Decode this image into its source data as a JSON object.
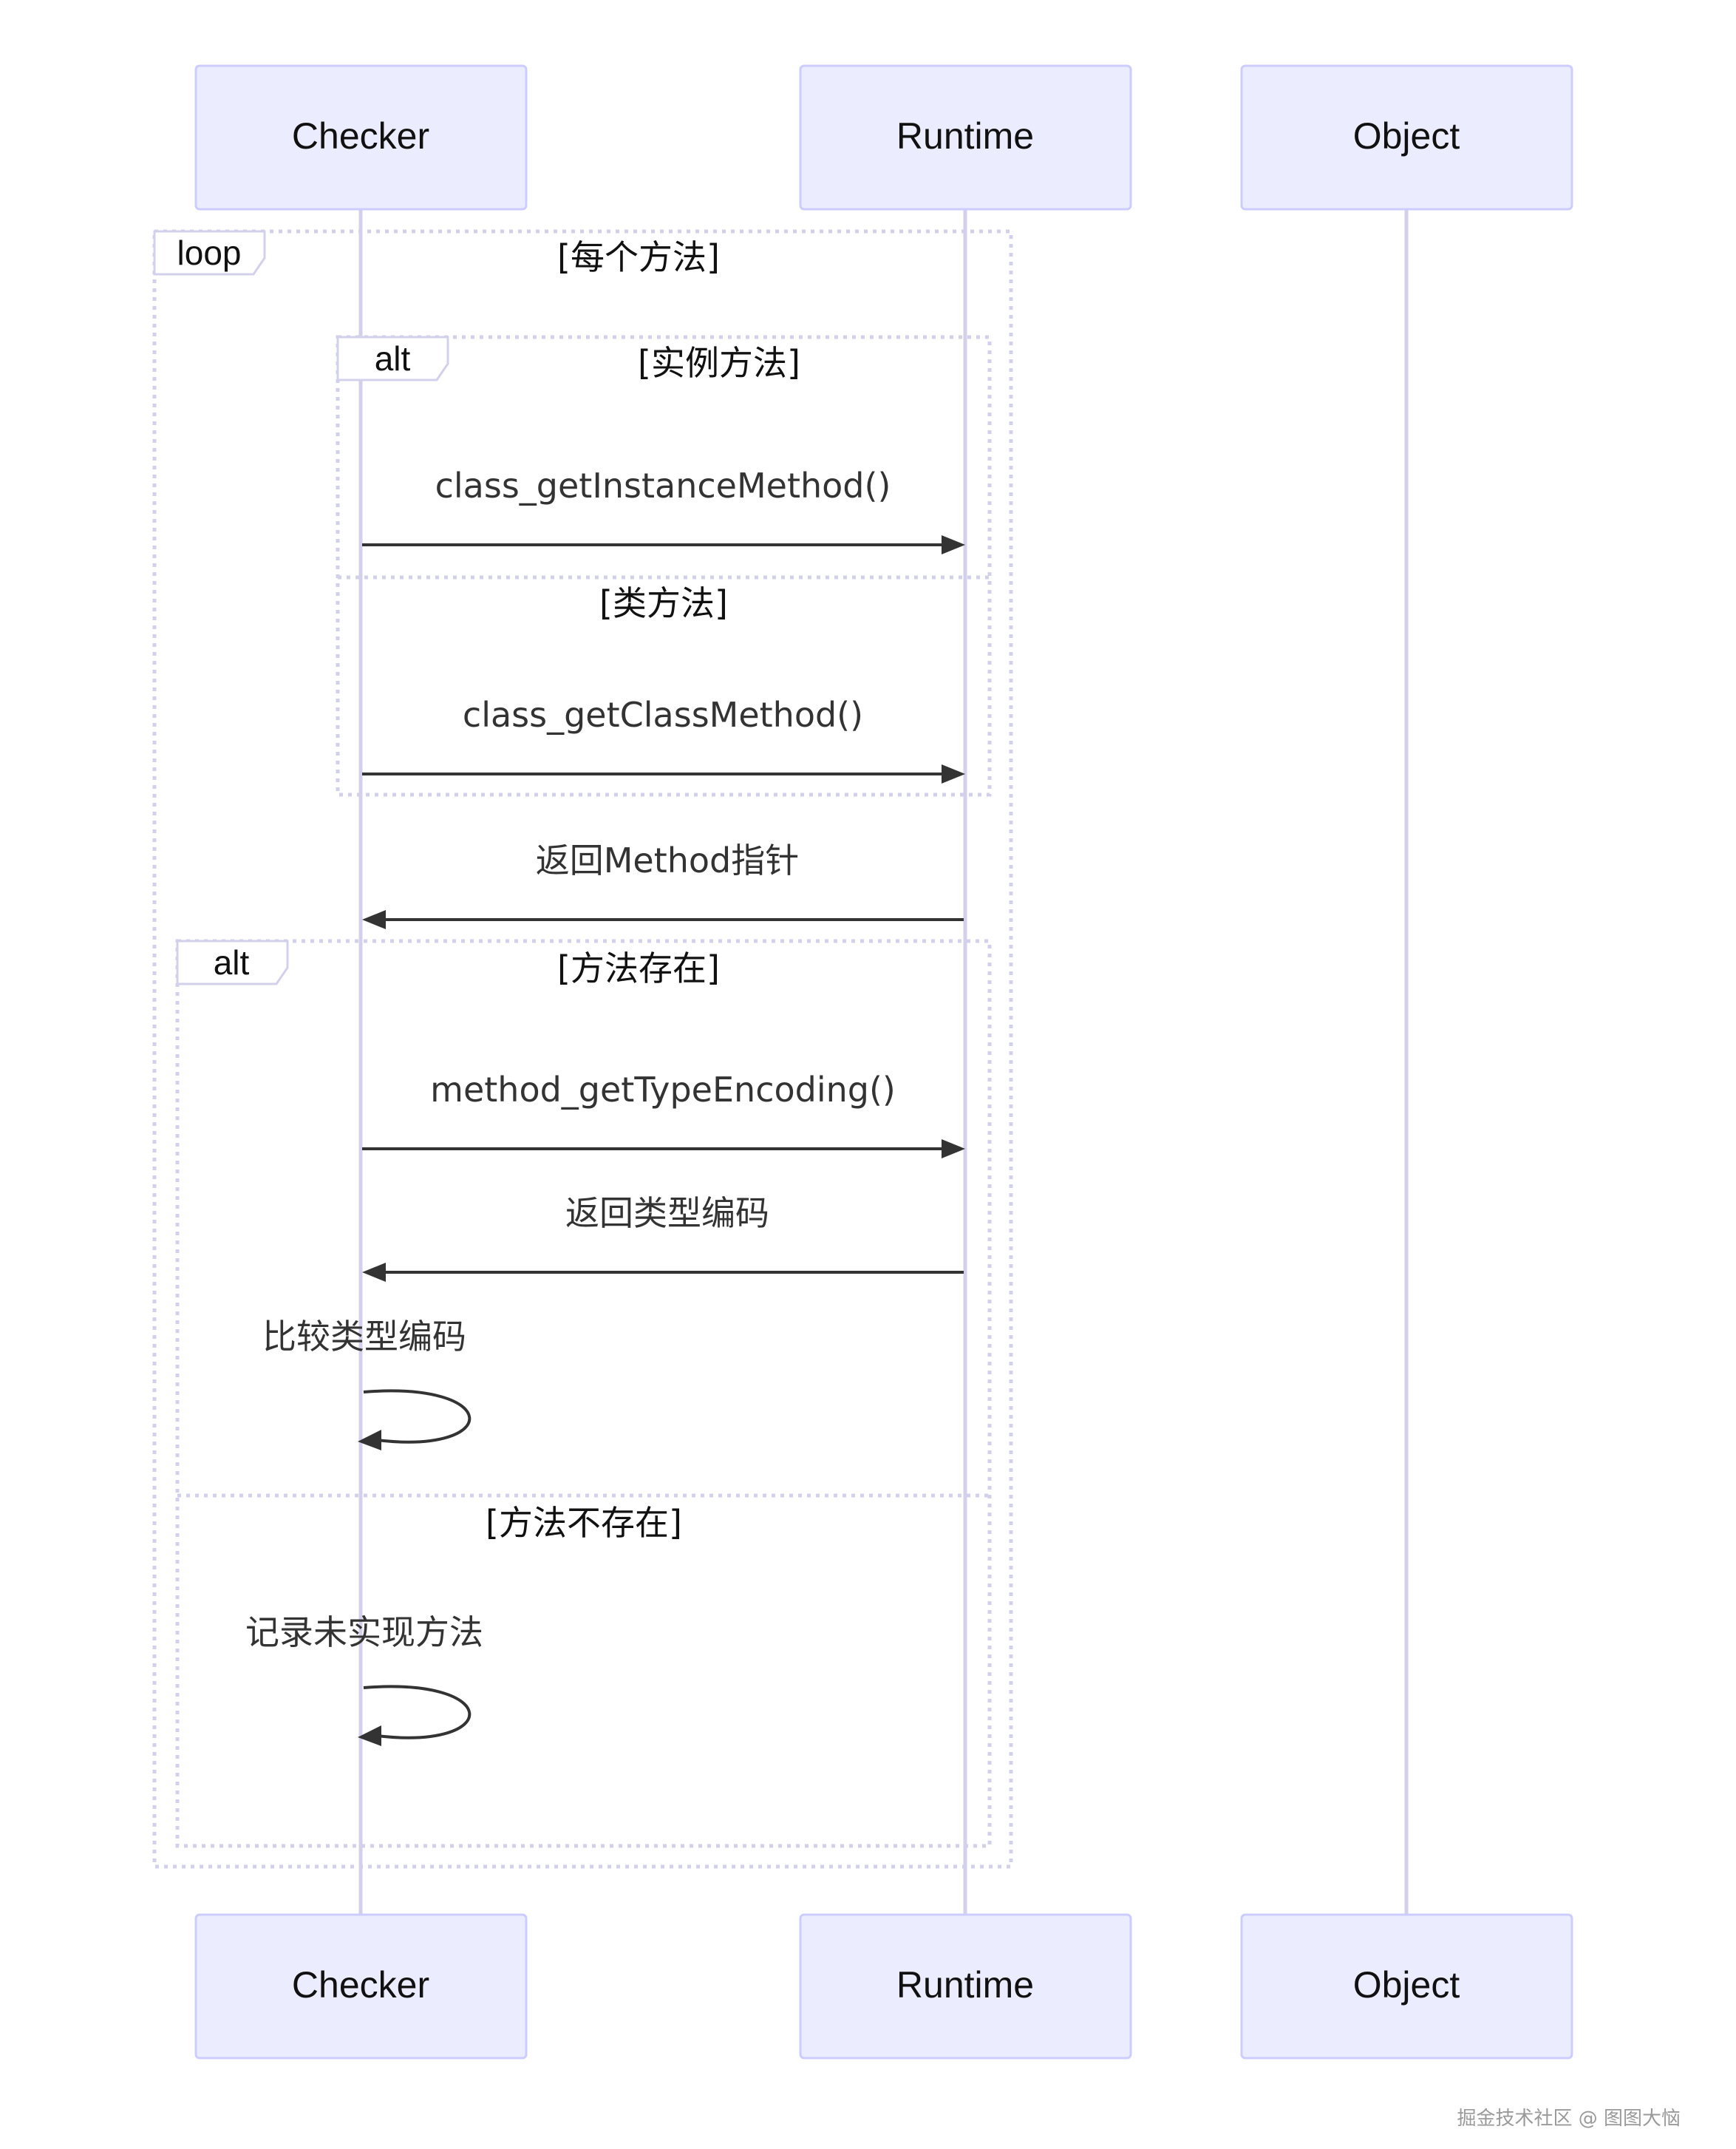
{
  "actors": [
    {
      "id": "checker",
      "label": "Checker"
    },
    {
      "id": "runtime",
      "label": "Runtime"
    },
    {
      "id": "object",
      "label": "Object"
    }
  ],
  "frames": {
    "loop": {
      "label": "loop",
      "condition": "[每个方法]"
    },
    "alt1": {
      "label": "alt",
      "condition": "[实例方法]",
      "else_condition": "[类方法]"
    },
    "alt2": {
      "label": "alt",
      "condition": "[方法存在]",
      "else_condition": "[方法不存在]"
    }
  },
  "messages": [
    {
      "id": "m1",
      "from": "checker",
      "to": "runtime",
      "text": "class_getInstanceMethod()"
    },
    {
      "id": "m2",
      "from": "checker",
      "to": "runtime",
      "text": "class_getClassMethod()"
    },
    {
      "id": "m3",
      "from": "runtime",
      "to": "checker",
      "text": "返回Method指针"
    },
    {
      "id": "m4",
      "from": "checker",
      "to": "runtime",
      "text": "method_getTypeEncoding()"
    },
    {
      "id": "m5",
      "from": "runtime",
      "to": "checker",
      "text": "返回类型编码"
    },
    {
      "id": "m6",
      "from": "checker",
      "to": "checker",
      "text": "比较类型编码"
    },
    {
      "id": "m7",
      "from": "checker",
      "to": "checker",
      "text": "记录未实现方法"
    }
  ],
  "watermark": "掘金技术社区 @ 图图大恼"
}
